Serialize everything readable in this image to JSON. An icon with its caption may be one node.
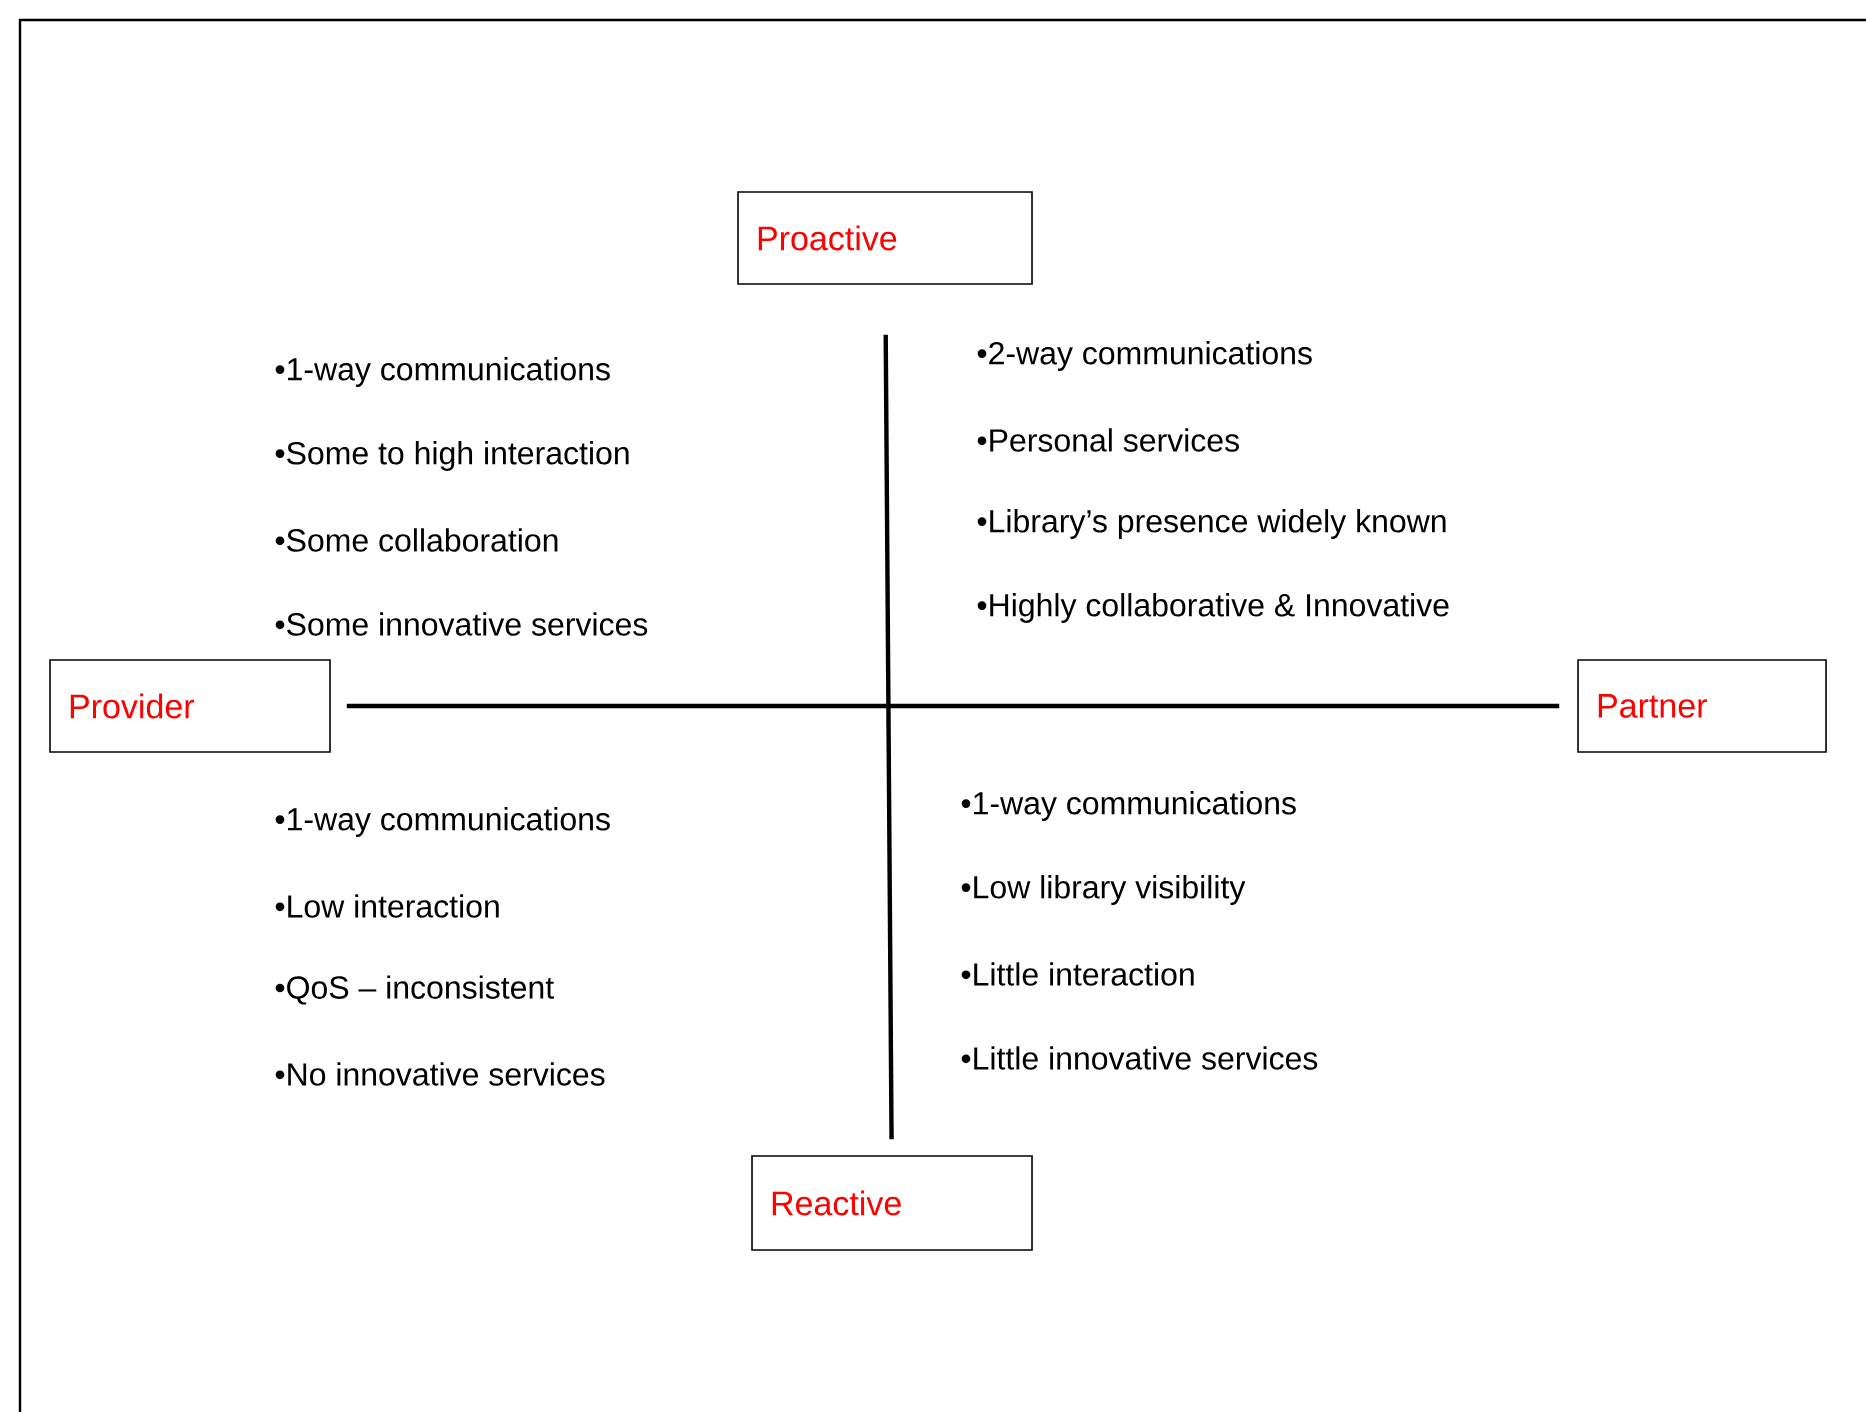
{
  "diagram": {
    "nodes": [
      {
        "text": [
          "Proactive"
        ]
      },
      {
        "text": [
          "Provider"
        ]
      },
      {
        "text": [
          "Partner"
        ]
      },
      {
        "text": [
          "Reactive"
        ]
      }
    ],
    "edges": [
      {
        "from": 1,
        "to": 2,
        "arrow": "none"
      },
      {
        "from": 0,
        "to": 3,
        "arrow": "none"
      }
    ],
    "labels": [
      "•1-way communications",
      "•Some to high interaction",
      "•Some collaboration",
      "•Some innovative services",
      "•2-way communications",
      "•Personal services",
      "•Library’s presence widely known",
      "•Highly collaborative & Innovative",
      "•1-way communications",
      "•Low interaction",
      "•QoS – inconsistent",
      "•No innovative services",
      "•1-way communications",
      "•Low library visibility",
      "•Little interaction",
      "•Little innovative services"
    ]
  }
}
